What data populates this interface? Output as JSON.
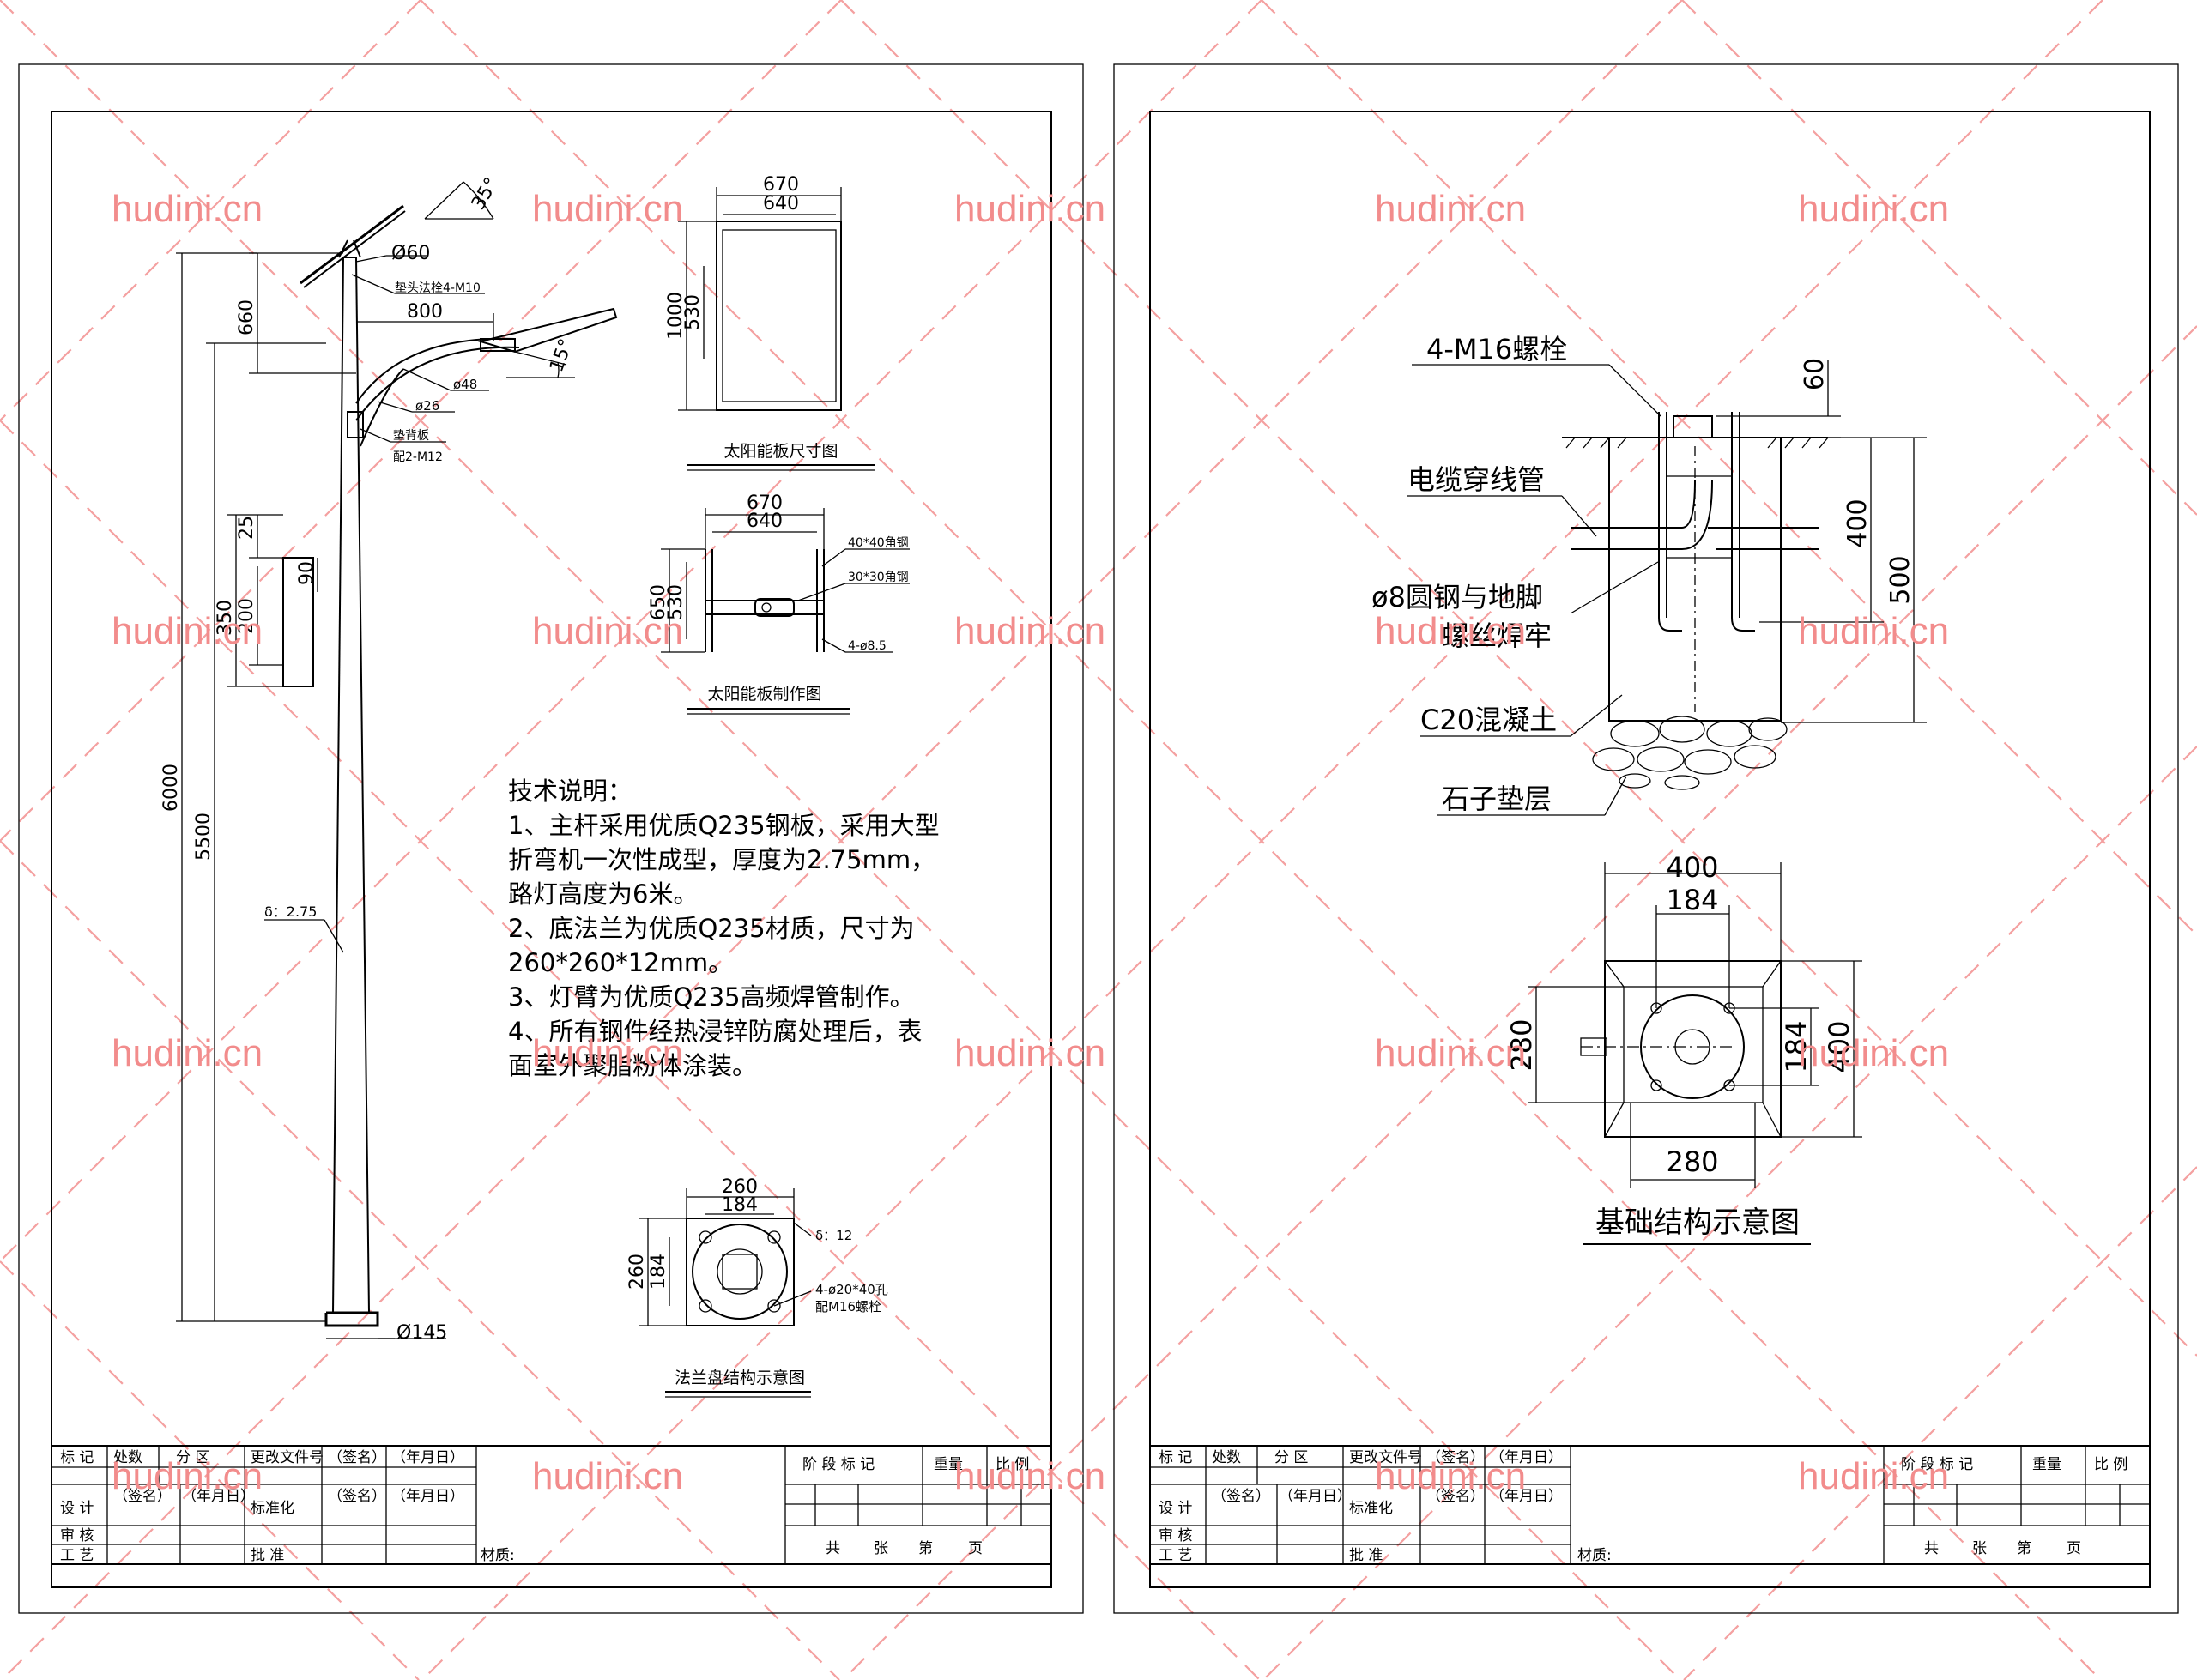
{
  "watermark": "hudini.cn",
  "left_sheet": {
    "pole": {
      "angle_panel": "35°",
      "angle_arm": "15°",
      "d60": "Ø60",
      "flange_bolt": "垫头法栓4-M10",
      "d660": "660",
      "d800": "800",
      "d48": "ø48",
      "d26": "ø26",
      "plate_line1": "垫背板",
      "plate_line2": "配2-M12",
      "d25": "25",
      "d90": "90",
      "d200": "200",
      "d350": "350",
      "d6000": "6000",
      "d5500": "5500",
      "thickness": "δ：2.75",
      "d145": "Ø145"
    },
    "panel_size": {
      "d670": "670",
      "d640": "640",
      "d1000": "1000",
      "d530": "530",
      "caption": "太阳能板尺寸图"
    },
    "panel_make": {
      "d670": "670",
      "d640": "640",
      "d650": "650",
      "d530": "530",
      "angle1": "40*40角钢",
      "angle2": "30*30角钢",
      "holes": "4-ø8.5",
      "caption": "太阳能板制作图"
    },
    "notes": {
      "title": "技术说明：",
      "lines": [
        "1、主杆采用优质Q235钢板，采用大型",
        "折弯机一次性成型，厚度为2.75mm，",
        "路灯高度为6米。",
        "2、底法兰为优质Q235材质，尺寸为",
        "260*260*12mm。",
        "3、灯臂为优质Q235高频焊管制作。",
        "4、所有钢件经热浸锌防腐处理后，表",
        "面室外聚脂粉体涂装。"
      ]
    },
    "flange": {
      "d260_top": "260",
      "d184_top": "184",
      "d260_side": "260",
      "d184_side": "184",
      "thick": "δ：12",
      "holes_line1": "4-ø20*40孔",
      "holes_line2": "配M16螺栓",
      "caption": "法兰盘结构示意图"
    }
  },
  "right_sheet": {
    "section": {
      "bolts": "4-M16螺栓",
      "d60": "60",
      "d400": "400",
      "d500": "500",
      "conduit": "电缆穿线管",
      "rebar_line1": "ø8圆钢与地脚",
      "rebar_line2": "螺丝焊牢",
      "concrete": "C20混凝土",
      "gravel": "石子垫层"
    },
    "plan": {
      "d400_top": "400",
      "d184_top": "184",
      "d280_left": "280",
      "d184_right": "184",
      "d400_right": "400",
      "d280_bottom": "280",
      "caption": "基础结构示意图"
    }
  },
  "title_block": {
    "mark": "标 记",
    "count": "处数",
    "zone": "分 区",
    "change_doc": "更改文件号",
    "sign": "（签名）",
    "date": "（年月日）",
    "design": "设 计",
    "standardize": "标准化",
    "review": "审 核",
    "craft": "工 艺",
    "approve": "批 准",
    "stage_mark": "阶 段 标 记",
    "weight": "重量",
    "scale": "比 例",
    "total": "共",
    "sheets": "张",
    "page_no": "第",
    "page": "页",
    "material": "材质:"
  }
}
